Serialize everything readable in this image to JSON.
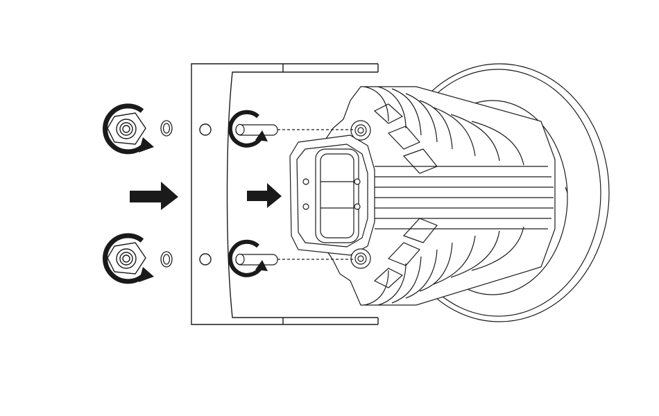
{
  "diagram": {
    "colors": {
      "line": "#1a1a1a",
      "fill": "#ffffff",
      "arrow": "#1a1a1a"
    },
    "steps": [
      {
        "id": "nut-top",
        "icon": "hex-nut-icon",
        "rotation": "clockwise-tighten"
      },
      {
        "id": "nut-bottom",
        "icon": "hex-nut-icon",
        "rotation": "clockwise-tighten"
      },
      {
        "id": "washer-top",
        "icon": "washer-icon"
      },
      {
        "id": "washer-bottom",
        "icon": "washer-icon"
      },
      {
        "id": "stud-top",
        "icon": "threaded-stud-icon",
        "rotation": "clockwise-tighten"
      },
      {
        "id": "stud-bottom",
        "icon": "threaded-stud-icon",
        "rotation": "clockwise-tighten"
      }
    ],
    "assembly_direction": "left-to-right",
    "parts": [
      "mounting-bracket-outer",
      "mounting-bracket-inner",
      "lamp-heatsink-housing",
      "lamp-lens"
    ]
  }
}
